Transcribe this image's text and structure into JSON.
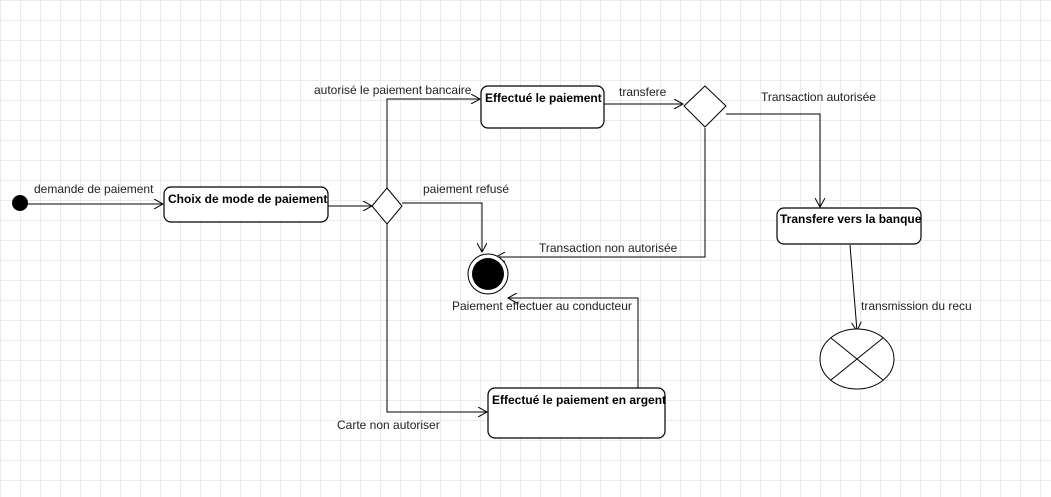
{
  "diagram": {
    "nodes": {
      "choix": "Choix de mode de paiement",
      "effectue": "Effectué le paiement",
      "transfere_banque": "Transfere vers la banque",
      "argent": "Effectué le paiement en argent"
    },
    "labels": {
      "demande": "demande de paiement",
      "autorise_bancaire": "autorisé le paiement bancaire",
      "transfere": "transfere",
      "transaction_autorisee": "Transaction autorisée",
      "paiement_refuse": "paiement refusé",
      "transaction_non_autorisee": "Transaction non autorisée",
      "paiement_conducteur": "Paiement effectuer au conducteur",
      "transmission_recu": "transmission du recu",
      "carte_non_autoriser": "Carte non autoriser"
    }
  }
}
